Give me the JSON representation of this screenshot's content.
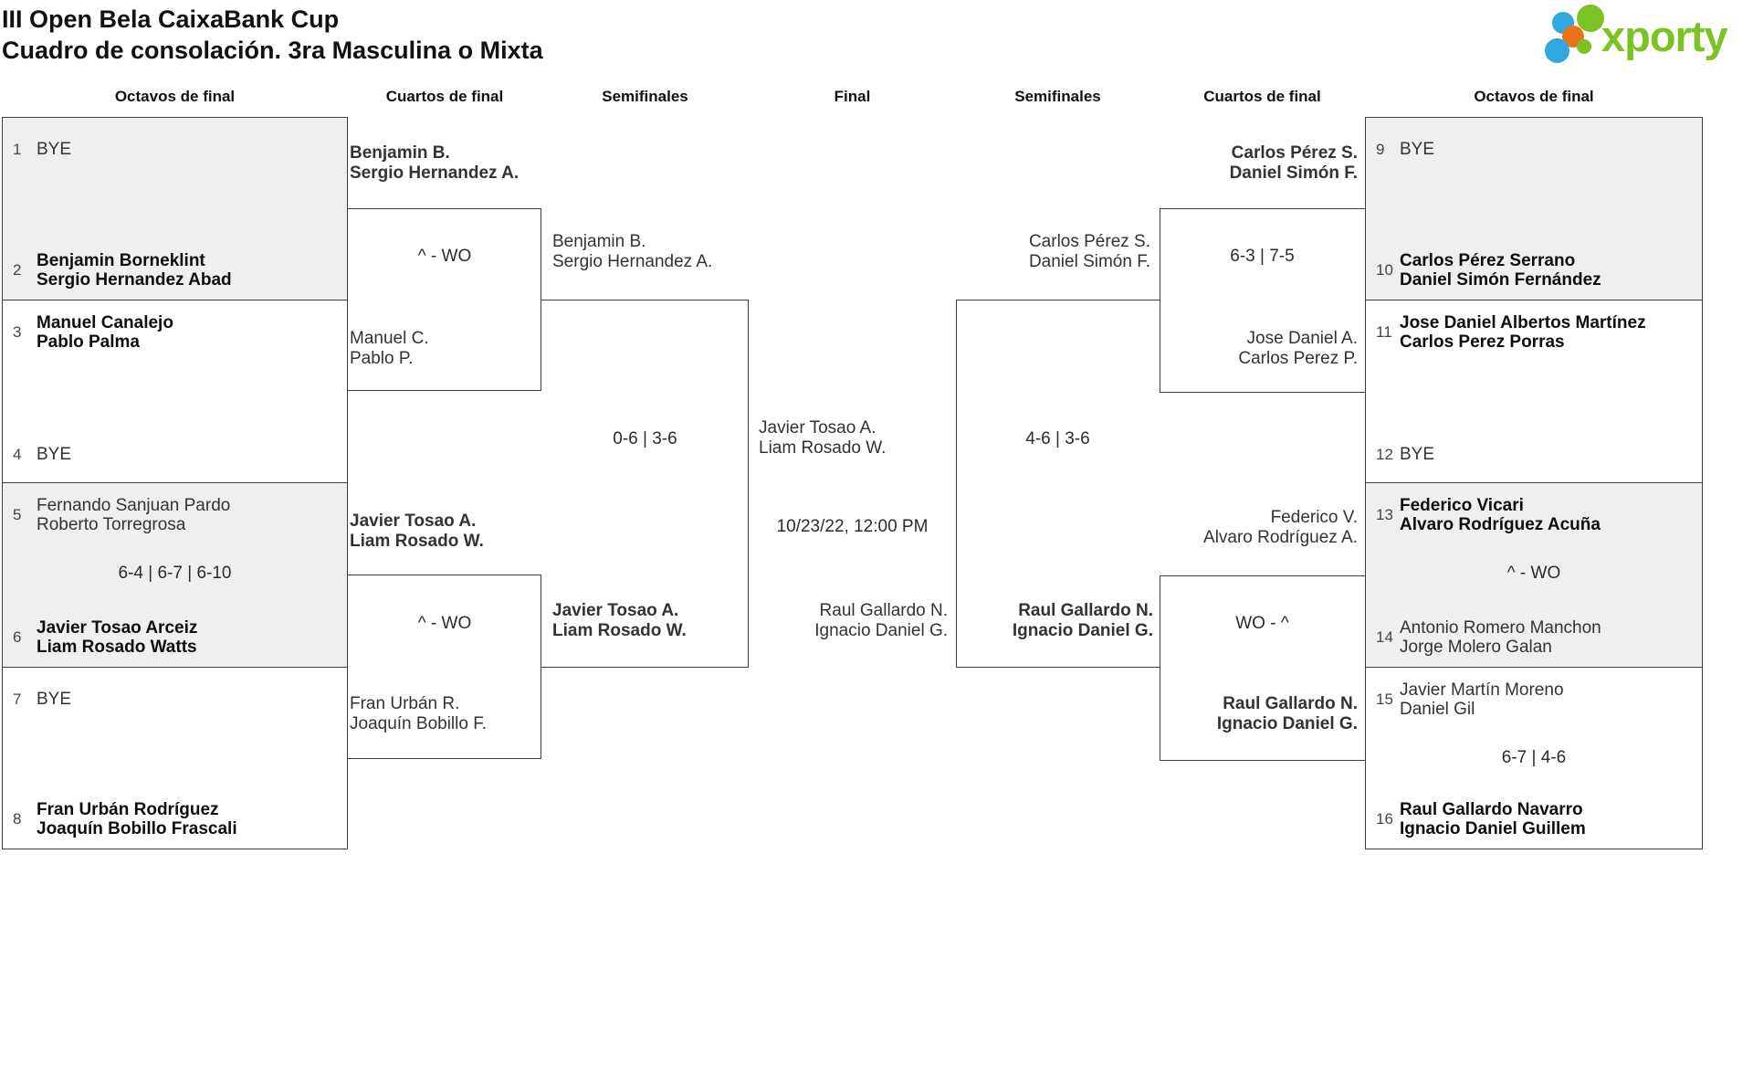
{
  "header": {
    "title_line1": "III Open Bela CaixaBank Cup",
    "title_line2": "Cuadro de consolación. 3ra Masculina o Mixta"
  },
  "logo": {
    "text": "xporty"
  },
  "round_headers": [
    "Octavos de final",
    "Cuartos de final",
    "Semifinales",
    "Final",
    "Semifinales",
    "Cuartos de final",
    "Octavos de final"
  ],
  "seeds": {
    "s1": {
      "num": "1",
      "line1": "BYE"
    },
    "s2": {
      "num": "2",
      "line1": "Benjamin Borneklint",
      "line2": "Sergio Hernandez Abad"
    },
    "s3": {
      "num": "3",
      "line1": "Manuel Canalejo",
      "line2": "Pablo Palma"
    },
    "s4": {
      "num": "4",
      "line1": "BYE"
    },
    "s5": {
      "num": "5",
      "line1": "Fernando Sanjuan Pardo",
      "line2": "Roberto Torregrosa"
    },
    "s6": {
      "num": "6",
      "line1": "Javier Tosao Arceiz",
      "line2": "Liam Rosado Watts"
    },
    "s7": {
      "num": "7",
      "line1": "BYE"
    },
    "s8": {
      "num": "8",
      "line1": "Fran Urbán Rodríguez",
      "line2": "Joaquín Bobillo Frascali"
    },
    "s9": {
      "num": "9",
      "line1": "BYE"
    },
    "s10": {
      "num": "10",
      "line1": "Carlos Pérez Serrano",
      "line2": "Daniel Simón Fernández"
    },
    "s11": {
      "num": "11",
      "line1": "Jose Daniel Albertos Martínez",
      "line2": "Carlos Perez Porras"
    },
    "s12": {
      "num": "12",
      "line1": "BYE"
    },
    "s13": {
      "num": "13",
      "line1": "Federico Vicari",
      "line2": "Alvaro Rodríguez Acuña"
    },
    "s14": {
      "num": "14",
      "line1": "Antonio Romero Manchon",
      "line2": "Jorge Molero Galan"
    },
    "s15": {
      "num": "15",
      "line1": "Javier Martín Moreno",
      "line2": "Daniel Gil"
    },
    "s16": {
      "num": "16",
      "line1": "Raul Gallardo Navarro",
      "line2": "Ignacio Daniel Guillem"
    }
  },
  "octavos_scores": {
    "left_m3": "6-4 | 6-7 | 6-10",
    "right_m3": "^ - WO",
    "right_m4": "6-7 | 4-6"
  },
  "cuartos_left": {
    "qa_winner1": "Benjamin B.",
    "qa_winner2": "Sergio Hernandez A.",
    "qa_score": "^ - WO",
    "qa_loser1": "Manuel C.",
    "qa_loser2": "Pablo P.",
    "qb_winner1": "Javier Tosao A.",
    "qb_winner2": "Liam Rosado W.",
    "qb_score": "^ - WO",
    "qb_loser1": "Fran Urbán R.",
    "qb_loser2": "Joaquín Bobillo F."
  },
  "semis_left": {
    "top1": "Benjamin B.",
    "top2": "Sergio Hernandez A.",
    "score": "0-6 | 3-6",
    "bottom1": "Javier Tosao A.",
    "bottom2": "Liam Rosado W."
  },
  "final": {
    "top1": "Javier Tosao A.",
    "top2": "Liam Rosado W.",
    "datetime": "10/23/22, 12:00 PM",
    "bottom1": "Raul Gallardo N.",
    "bottom2": "Ignacio Daniel G."
  },
  "semis_right": {
    "top1": "Carlos Pérez S.",
    "top2": "Daniel Simón F.",
    "score": "4-6 | 3-6",
    "bottom1": "Raul Gallardo N.",
    "bottom2": "Ignacio Daniel G."
  },
  "cuartos_right": {
    "qa_winner1": "Carlos Pérez S.",
    "qa_winner2": "Daniel Simón F.",
    "qa_score": "6-3 | 7-5",
    "qa_loser1": "Jose Daniel A.",
    "qa_loser2": "Carlos Perez P.",
    "qb_top1": "Federico V.",
    "qb_top2": "Alvaro Rodríguez A.",
    "qb_score": "WO - ^",
    "qb_winner1": "Raul Gallardo N.",
    "qb_winner2": "Ignacio Daniel G."
  },
  "colors": {
    "accent_green": "#7cc224",
    "dot_blue": "#2fa8e0",
    "dot_orange": "#e8731a",
    "shade_gray": "#efefef"
  }
}
